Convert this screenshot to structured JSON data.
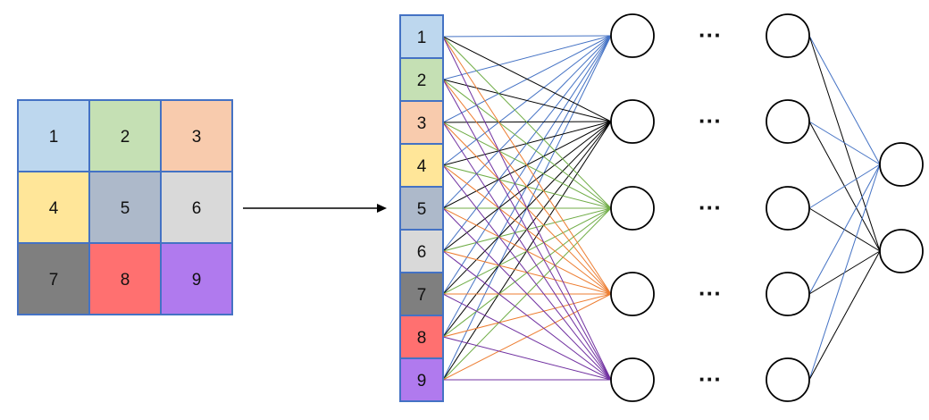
{
  "grid": {
    "cells": [
      {
        "label": "1",
        "color": "#bdd7ee"
      },
      {
        "label": "2",
        "color": "#c5e0b4"
      },
      {
        "label": "3",
        "color": "#f8cbad"
      },
      {
        "label": "4",
        "color": "#ffe699"
      },
      {
        "label": "5",
        "color": "#adb9ca"
      },
      {
        "label": "6",
        "color": "#d9d9d9"
      },
      {
        "label": "7",
        "color": "#7f7f7f"
      },
      {
        "label": "8",
        "color": "#ff7070"
      },
      {
        "label": "9",
        "color": "#b07aee"
      }
    ],
    "border_color": "#4472c4"
  },
  "ellipsis": "···",
  "layers": {
    "hidden_count": 5,
    "last_hidden_count": 5,
    "output_count": 2
  },
  "colors": {
    "arrow": "#000000",
    "node_stroke": "#000000",
    "blue_line": "#4472c4",
    "black_line": "#000000"
  }
}
